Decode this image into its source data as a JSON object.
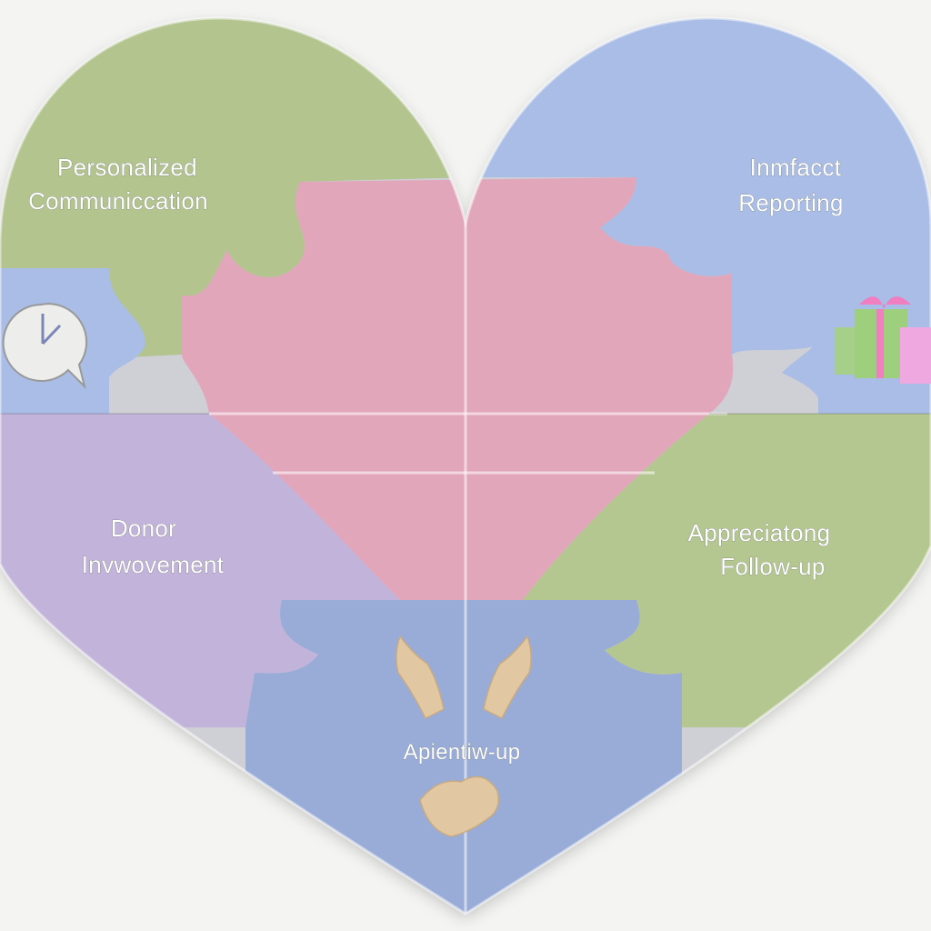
{
  "pieces": {
    "top_left": {
      "line1": "Personalized",
      "line2": "Communiccation",
      "color": "#b3c48f"
    },
    "top_right": {
      "line1": "Inmfacct",
      "line2": "Reporting",
      "color": "#a9bde6"
    },
    "center": {
      "color": "#e2a6bb"
    },
    "left_mid": {
      "line1": "Donor",
      "line2": "Invwovement",
      "color": "#c2b3da"
    },
    "right_mid": {
      "line1": "Appreciatong",
      "line2": "Follow-up",
      "color": "#b5c791"
    },
    "bottom": {
      "line1": "Apientiw-up",
      "color": "#99acd8"
    }
  },
  "icons": {
    "clock": "clock-speech-icon",
    "gifts": "gift-boxes-icon",
    "hands": "open-hands-icon",
    "handshake": "handshake-icon"
  }
}
